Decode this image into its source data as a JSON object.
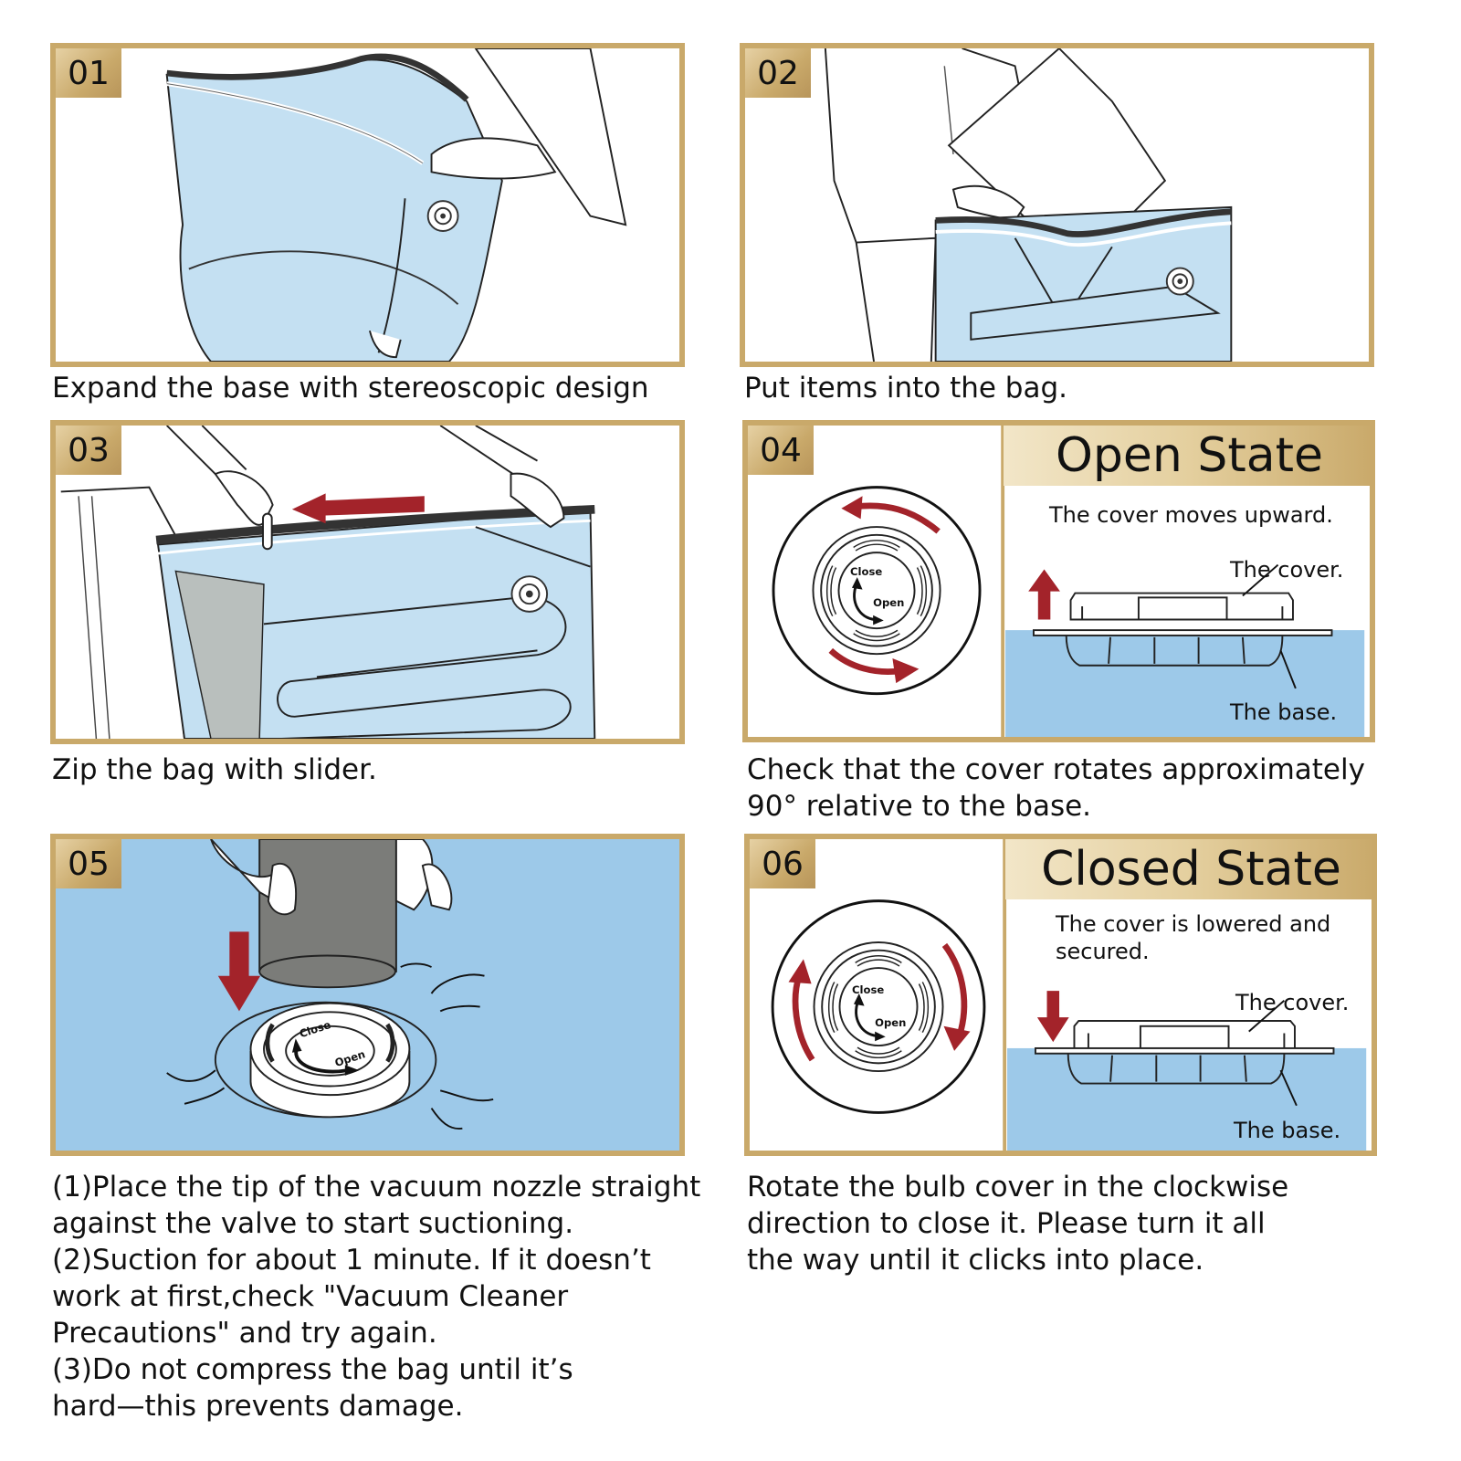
{
  "colors": {
    "gold": "#c9a96a",
    "bag_blue": "#c4e0f2",
    "water_blue": "#9dc9e9",
    "arrow_red": "#a3232a"
  },
  "steps": [
    {
      "num": "01",
      "caption": "Expand the base with stereoscopic design"
    },
    {
      "num": "02",
      "caption": "Put items into the bag."
    },
    {
      "num": "03",
      "caption": "Zip the bag with slider."
    },
    {
      "num": "04",
      "caption": "Check that the cover rotates approximately\n90° relative to the base.",
      "state_title": "Open State",
      "state_desc": "The cover moves upward.",
      "cover_label": "The cover.",
      "base_label": "The base."
    },
    {
      "num": "05",
      "caption": "(1)Place the tip of the vacuum nozzle straight\nagainst the valve to start suctioning.\n(2)Suction for about 1 minute. If it doesn’t\nwork at first,check \"Vacuum Cleaner\nPrecautions\" and try again.\n(3)Do not compress the bag until it’s\nhard—this prevents damage."
    },
    {
      "num": "06",
      "caption": "Rotate the bulb cover in the clockwise\ndirection to close it. Please turn it all\nthe way until it clicks into place.",
      "state_title": "Closed State",
      "state_desc": "The cover is lowered and\nsecured.",
      "cover_label": "The cover.",
      "base_label": "The base."
    }
  ],
  "valve": {
    "close_label": "Close",
    "open_label": "Open"
  },
  "icons": [
    "arrow-left-icon",
    "arrow-up-icon",
    "arrow-down-icon",
    "rotate-arrows-icon",
    "valve-icon"
  ]
}
